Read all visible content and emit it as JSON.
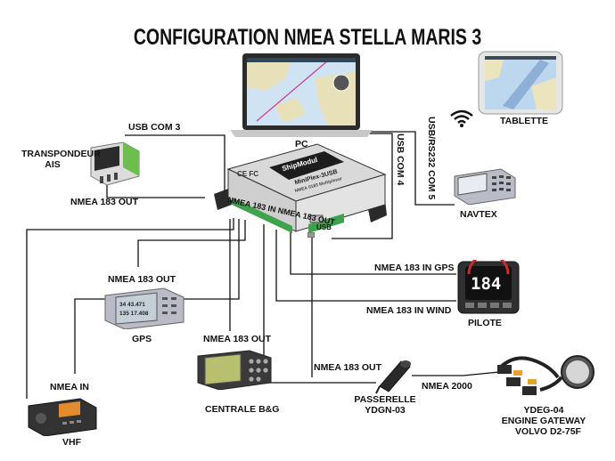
{
  "title": "CONFIGURATION  NMEA  STELLA MARIS 3",
  "hub": {
    "brand": "ShipModul",
    "model": "MiniPlex-3USB",
    "subtitle": "NMEA 0183 Multiplexer",
    "ports_label": "NMEA 183 IN NMEA 183 OUT",
    "usb_label": "USB",
    "cert_marks": "CE FC"
  },
  "devices": {
    "pc": "PC",
    "tablet": "TABLETTE",
    "ais_line1": "TRANSPONDEUR",
    "ais_line2": "AIS",
    "navtex": "NAVTEX",
    "gps": "GPS",
    "vhf": "VHF",
    "centrale": "CENTRALE B&G",
    "pilote": "PILOTE",
    "passerelle_line1": "PASSERELLE",
    "passerelle_line2": "YDGN-03",
    "ydeg_line1": "YDEG-04",
    "ydeg_line2": "ENGINE GATEWAY",
    "ydeg_line3": "VOLVO D2-75F"
  },
  "connections": {
    "usb_com3": "USB  COM 3",
    "usb_com4": "USB COM 4",
    "usb_rs232_com5": "USB/RS232 COM 5",
    "ais_out": "NMEA 183 OUT",
    "gps_out": "NMEA 183 OUT",
    "vhf_in": "NMEA IN",
    "centrale_out": "NMEA 183 OUT",
    "pilote_gps_in": "NMEA 183 IN GPS",
    "pilote_wind_in": "NMEA 183 IN WIND",
    "passerelle_out": "NMEA 183 OUT",
    "nmea2000": "NMEA 2000"
  },
  "screens": {
    "pilote_value": "184",
    "gps_line1": "34 43.471",
    "gps_line2": "135 17.408"
  },
  "colors": {
    "wire": "#111111",
    "hub_body": "#1d1d1d",
    "hub_label": "#ffffff",
    "terminal_green": "#3fa34d",
    "ais_green": "#6cbf4f",
    "device_grey": "#b9bcc6",
    "device_dark": "#3a3a3a",
    "screen_blue": "#9fb6d8",
    "sea_blue": "#4a86c7"
  },
  "icons": [
    "wifi-icon",
    "usb-icon"
  ]
}
